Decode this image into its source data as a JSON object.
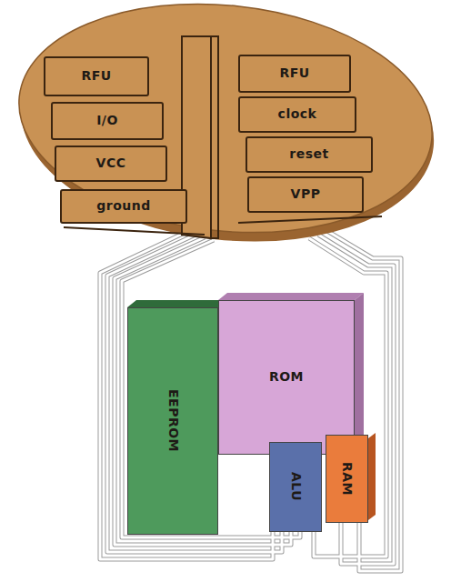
{
  "diagram": {
    "nodes": [
      {
        "text": [
          "RFU"
        ]
      },
      {
        "text": [
          "RFU"
        ]
      },
      {
        "text": [
          "I/O"
        ]
      },
      {
        "text": [
          "clock"
        ]
      },
      {
        "text": [
          "VCC"
        ]
      },
      {
        "text": [
          "reset"
        ]
      },
      {
        "text": [
          "ground"
        ]
      },
      {
        "text": [
          "VPP"
        ]
      },
      {
        "text": [
          "EEPROM"
        ]
      },
      {
        "text": [
          "ROM"
        ]
      },
      {
        "text": [
          "ALU"
        ]
      },
      {
        "text": [
          "RAM"
        ]
      }
    ]
  }
}
